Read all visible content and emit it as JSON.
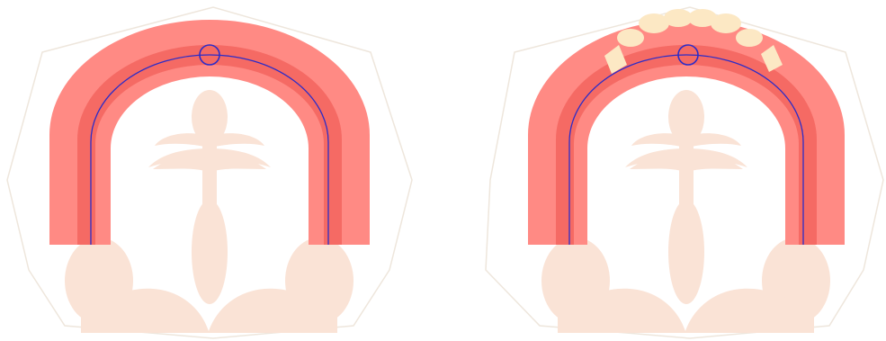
{
  "figure": {
    "panels": [
      {
        "id": "left",
        "has_teeth": false,
        "marker": "circle"
      },
      {
        "id": "right",
        "has_teeth": true,
        "marker": "circle",
        "tooth_count": 8
      }
    ]
  },
  "colors": {
    "background": "#ffffff",
    "outline": "#eee6dc",
    "ridge_outer": "#ff8a84",
    "ridge_inner": "#f56a64",
    "palate_rugae": "#fae3d6",
    "midline_curve": "#2c2cc8",
    "marker": "#2c2cc8",
    "teeth": "#fce8c4"
  }
}
